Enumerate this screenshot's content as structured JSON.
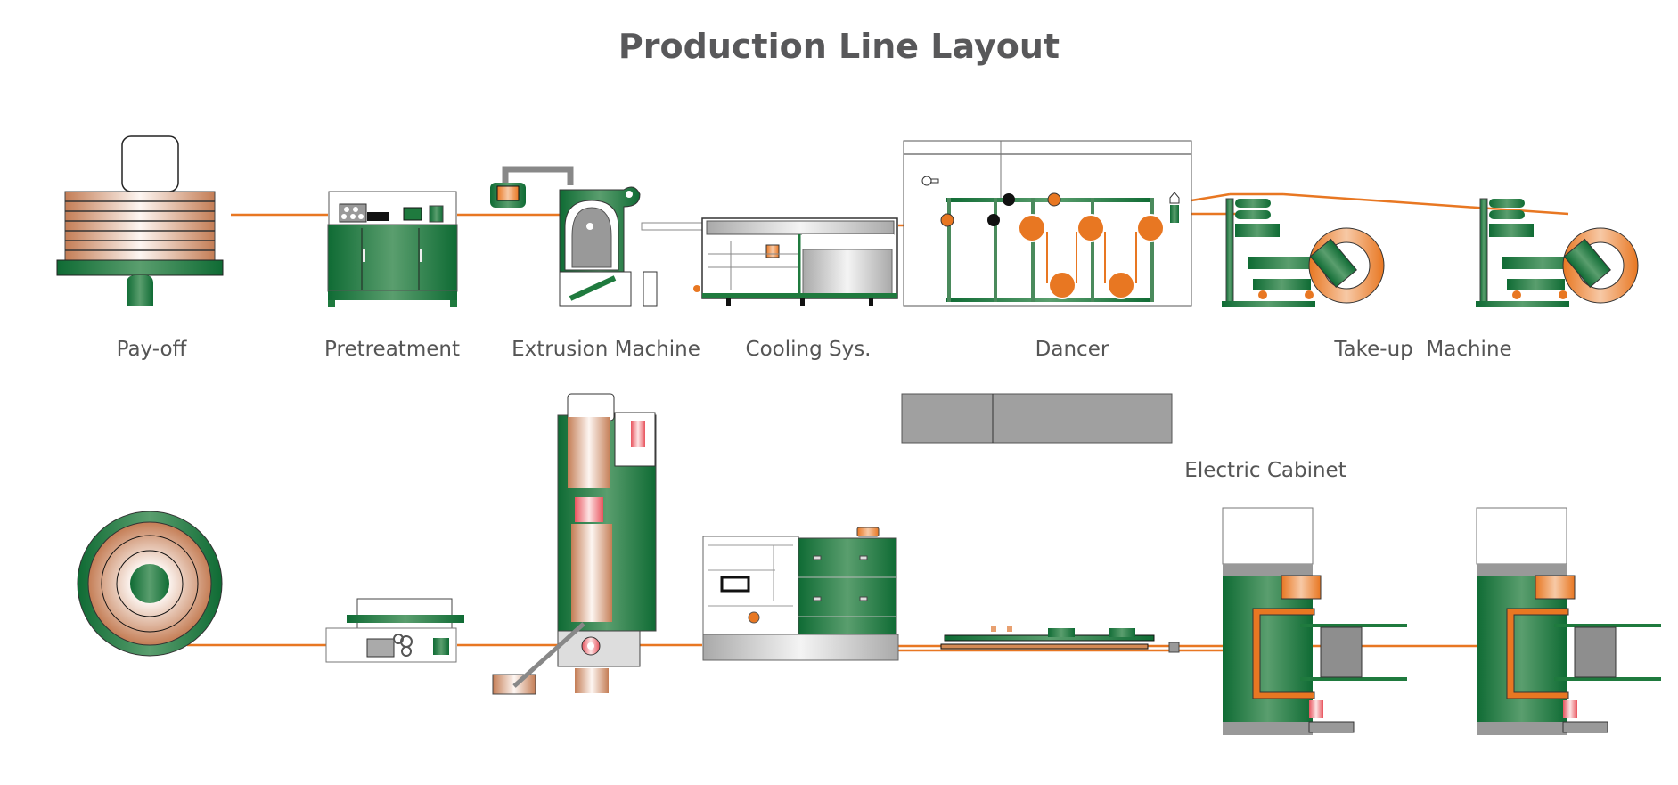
{
  "title": "Production Line Layout",
  "stations": [
    {
      "id": "payoff",
      "label": "Pay-off"
    },
    {
      "id": "pretreatment",
      "label": "Pretreatment"
    },
    {
      "id": "extrusion",
      "label": "Extrusion Machine"
    },
    {
      "id": "cooling",
      "label": "Cooling Sys."
    },
    {
      "id": "dancer",
      "label": "Dancer"
    },
    {
      "id": "takeup",
      "label": "Take-up  Machine"
    }
  ],
  "electric_cabinet": {
    "label": "Electric Cabinet"
  },
  "views": {
    "row1": "side-view",
    "row2": "top-view"
  },
  "colors": {
    "wire": "#e87722",
    "machine_green": "#1f7a3e",
    "copper": "#c98a62",
    "cabinet_gray": "#a0a0a0",
    "text": "#555555"
  }
}
